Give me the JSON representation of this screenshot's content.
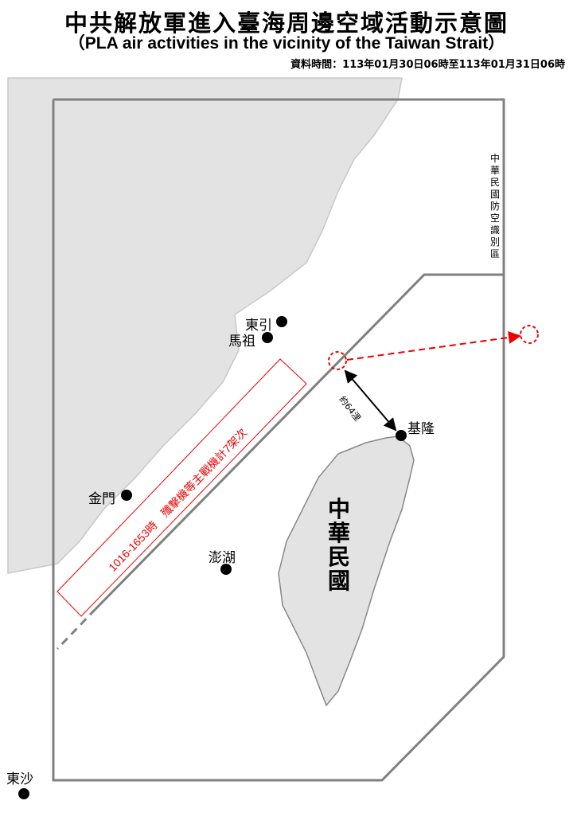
{
  "header": {
    "title": "中共解放軍進入臺海周邊空域活動示意圖",
    "subtitle": "（PLA air activities in the vicinity of the Taiwan Strait）",
    "data_period": "資料時間：113年01月30日06時至113年01月31日06時"
  },
  "map": {
    "adiz_label": "中華民國防空識別區",
    "country_label": "中華民國",
    "places": {
      "dongyin": "東引",
      "matsu": "馬祖",
      "kinmen": "金門",
      "penghu": "澎湖",
      "keelung": "基隆",
      "dongsha": "東沙"
    },
    "activity_label": "1016-1653時　殲擊機等主戰機計7架次",
    "distance_label": "約64浬",
    "colors": {
      "land": "#e3e3e3",
      "boundary": "#808080",
      "activity": "#ee0000"
    }
  }
}
